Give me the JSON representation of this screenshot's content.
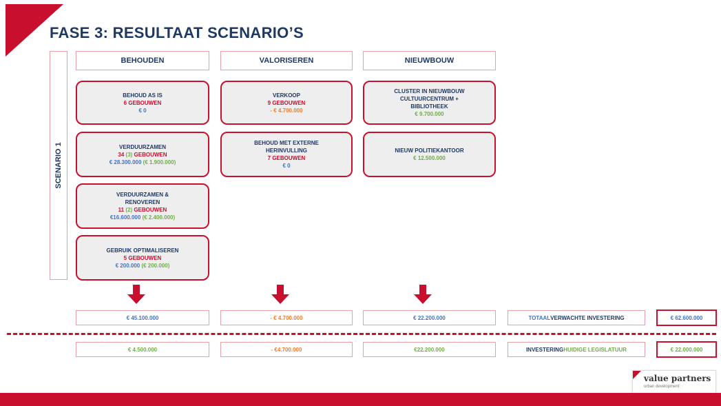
{
  "title": "FASE 3: RESULTAAT SCENARIO’S",
  "scenario_label": "SCENARIO 1",
  "columns": [
    {
      "header": "BEHOUDEN"
    },
    {
      "header": "VALORISEREN"
    },
    {
      "header": "NIEUWBOUW"
    }
  ],
  "behouden": [
    {
      "title": "BEHOUD AS IS",
      "count": "6 GEBOUWEN",
      "amount": "€ 0"
    },
    {
      "title": "VERDUURZAMEN",
      "count_main": "34",
      "count_paren": " (3)",
      "count_suffix": " GEBOUWEN",
      "amount": "€ 28.300.000",
      "amount_extra": " (€ 1.900.000)"
    },
    {
      "title_1": "VERDUURZAMEN &",
      "title_2": "RENOVEREN",
      "count_main": "11",
      "count_paren": " (2)",
      "count_suffix": " GEBOUWEN",
      "amount": "€16.600.000",
      "amount_extra": " (€ 2.400.000)"
    },
    {
      "title": "GEBRUIK OPTIMALISEREN",
      "count": "5 GEBOUWEN",
      "amount": "€ 200.000",
      "amount_extra": " (€ 200.000)"
    }
  ],
  "valoriseren": [
    {
      "title": "VERKOOP",
      "count": "9 GEBOUWEN",
      "amount": "- € 4.700.000"
    },
    {
      "title_1": "BEHOUD MET EXTERNE",
      "title_2": "HERINVULLING",
      "count": "7 GEBOUWEN",
      "amount": "€ 0"
    }
  ],
  "nieuwbouw": [
    {
      "title_1": "CLUSTER IN NIEUWBOUW",
      "title_2": "CULTUURCENTRUM +",
      "title_3": "BIBLIOTHEEK",
      "amount": "€ 9.700.000"
    },
    {
      "title": "NIEUW POLITIEKANTOOR",
      "amount": "€ 12.500.000"
    }
  ],
  "totals_row_1": {
    "behouden": "€ 45.100.000",
    "valoriseren": "- € 4.700.000",
    "nieuwbouw": "€ 22.200.000",
    "label_part_1": "TOTAAL",
    "label_part_2": " VERWACHTE INVESTERING",
    "total": "€ 62.600.000"
  },
  "totals_row_2": {
    "behouden": "€ 4.500.000",
    "valoriseren": "- €4.700.000",
    "nieuwbouw": "€22.200.000",
    "label_part_1": "INVESTERING",
    "label_part_2": " HUIDIGE LEGISLATUUR",
    "total": "€ 22.000.000"
  },
  "logo": {
    "name": "value partners",
    "subtitle": "urban development"
  },
  "colors": {
    "accent_red": "#c8102e",
    "navy": "#1f3864",
    "blue": "#4472c4",
    "orange": "#ed7d31",
    "green": "#70ad47"
  }
}
